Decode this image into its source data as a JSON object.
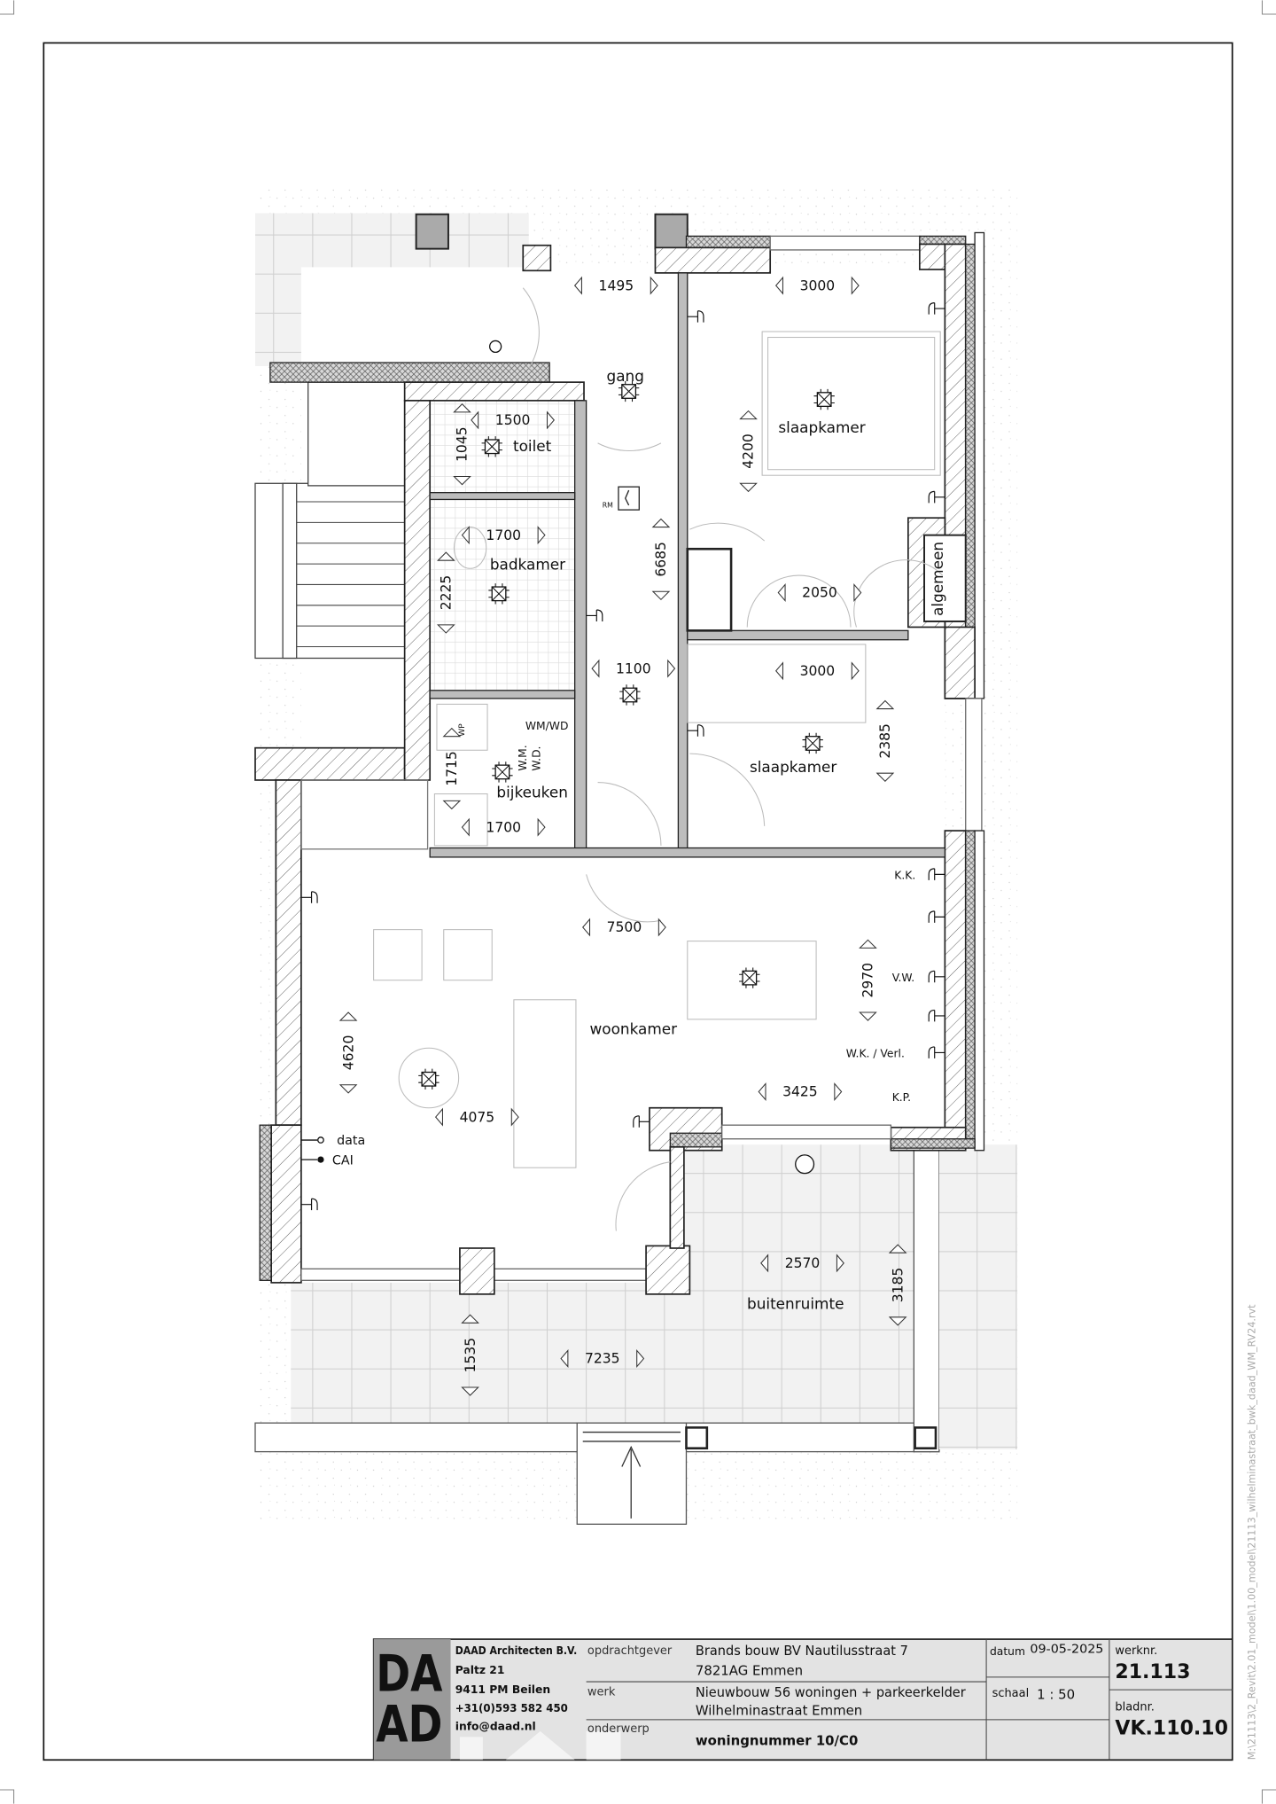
{
  "drawing": {
    "rooms": {
      "gang": "gang",
      "toilet": "toilet",
      "badkamer": "badkamer",
      "bijkeuken": "bijkeuken",
      "slaapkamer_1": "slaapkamer",
      "slaapkamer_2": "slaapkamer",
      "algemeen": "algemeen",
      "woonkamer": "woonkamer",
      "buitenruimte": "buitenruimte"
    },
    "dimensions": {
      "gang_width": "1495",
      "toilet_width": "1500",
      "toilet_depth": "1045",
      "badkamer_width": "1700",
      "badkamer_depth": "2225",
      "bijkeuken_depth": "1715",
      "bijkeuken_width": "1700",
      "slaapkamer1_width": "3000",
      "slaapkamer1_depth": "4200",
      "gang_length": "6685",
      "closet_width": "2050",
      "corridor_width": "1100",
      "slaapkamer2_width": "3000",
      "slaapkamer2_depth": "2385",
      "woonkamer_width": "7500",
      "woonkamer_depth": "4620",
      "woonkamer_zit_width": "4075",
      "keuken_depth": "2970",
      "keuken_width": "3425",
      "buitenruimte_width": "2570",
      "buitenruimte_depth": "3185",
      "terras_depth": "1535",
      "terras_width": "7235"
    },
    "annotations": {
      "rm": "RM",
      "wm_wd": "WM/WD",
      "wm": "W.M.",
      "wd": "W.D.",
      "wp": "WP",
      "kk": "K.K.",
      "vw": "V.W.",
      "wk_verl": "W.K. / Verl.",
      "kp": "K.P.",
      "data": "data",
      "cai": "CAI"
    },
    "file_path": "M:\\21113\\2_Revit\\2.01_model\\1.00_model\\21113_wilhelminastraat_bwk_daad_WM_RV24.rvt"
  },
  "title_block": {
    "logo": [
      "DA",
      "AD"
    ],
    "company": {
      "name": "DAAD Architecten B.V.",
      "street": "Paltz 21",
      "city": "9411 PM Beilen",
      "phone": "+31(0)593 582 450",
      "email": "info@daad.nl"
    },
    "opdrachtgever_label": "opdrachtgever",
    "opdrachtgever_line1": "Brands bouw BV Nautilusstraat 7",
    "opdrachtgever_line2": "7821AG  Emmen",
    "werk_label": "werk",
    "werk_line1": "Nieuwbouw 56 woningen + parkeerkelder",
    "werk_line2": "Wilhelminastraat Emmen",
    "onderwerp_label": "onderwerp",
    "onderwerp": "woningnummer 10/C0",
    "datum_label": "datum",
    "datum": "09-05-2025",
    "schaal_label": "schaal",
    "schaal": "1 : 50",
    "werknr_label": "werknr.",
    "werknr": "21.113",
    "bladnr_label": "bladnr.",
    "bladnr": "VK.110.10",
    "logo_color": "#9a9a9a",
    "panel_color": "#e3e3e3"
  }
}
